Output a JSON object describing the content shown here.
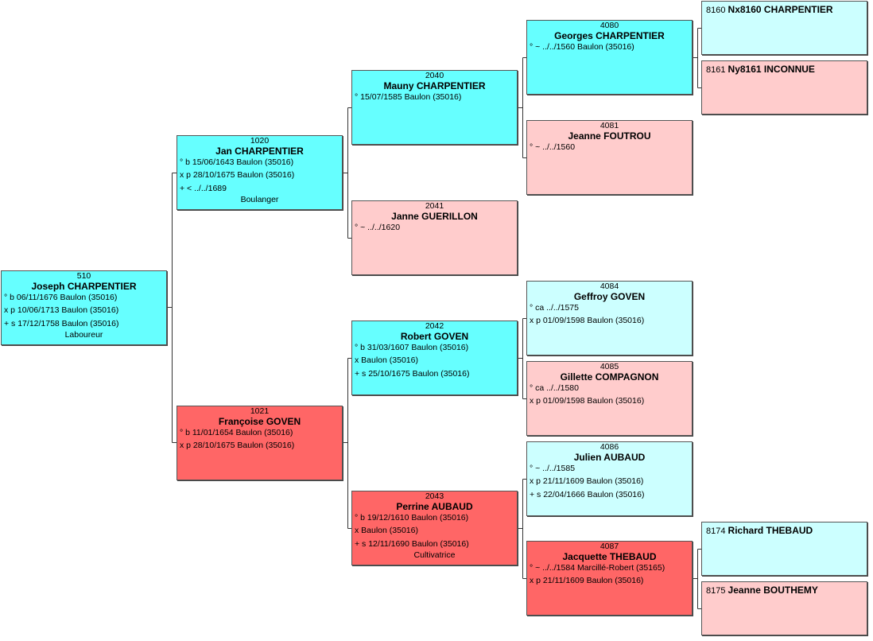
{
  "persons": {
    "p510": {
      "num": "510",
      "name": "Joseph CHARPENTIER",
      "lines": [
        "° b 06/11/1676 Baulon (35016)",
        "x p 10/06/1713 Baulon (35016)",
        "+ s 17/12/1758 Baulon (35016)"
      ],
      "occupation": "Laboureur"
    },
    "p1020": {
      "num": "1020",
      "name": "Jan CHARPENTIER",
      "lines": [
        "° b 15/06/1643 Baulon (35016)",
        "x p 28/10/1675 Baulon (35016)",
        "+ < ../../1689"
      ],
      "occupation": "Boulanger"
    },
    "p1021": {
      "num": "1021",
      "name": "Françoise GOVEN",
      "lines": [
        "° b 11/01/1654 Baulon (35016)",
        "x p 28/10/1675 Baulon (35016)"
      ]
    },
    "p2040": {
      "num": "2040",
      "name": "Mauny CHARPENTIER",
      "lines": [
        "° 15/07/1585 Baulon (35016)"
      ]
    },
    "p2041": {
      "num": "2041",
      "name": "Janne GUERILLON",
      "lines": [
        "° ~ ../../1620"
      ]
    },
    "p2042": {
      "num": "2042",
      "name": "Robert GOVEN",
      "lines": [
        "° b 31/03/1607 Baulon (35016)",
        "x Baulon (35016)",
        "+ s 25/10/1675 Baulon (35016)"
      ]
    },
    "p2043": {
      "num": "2043",
      "name": "Perrine AUBAUD",
      "lines": [
        "° b 19/12/1610 Baulon (35016)",
        "x Baulon (35016)",
        "+ s 12/11/1690 Baulon (35016)"
      ],
      "occupation": "Cultivatrice"
    },
    "p4080": {
      "num": "4080",
      "name": "Georges CHARPENTIER",
      "lines": [
        "° ~ ../../1560 Baulon (35016)"
      ]
    },
    "p4081": {
      "num": "4081",
      "name": "Jeanne FOUTROU",
      "lines": [
        "° ~ ../../1560"
      ]
    },
    "p4084": {
      "num": "4084",
      "name": "Geffroy GOVEN",
      "lines": [
        "° ca ../../1575",
        "x p 01/09/1598 Baulon (35016)"
      ]
    },
    "p4085": {
      "num": "4085",
      "name": "Gillette COMPAGNON",
      "lines": [
        "° ca ../../1580",
        "x p 01/09/1598 Baulon (35016)"
      ]
    },
    "p4086": {
      "num": "4086",
      "name": "Julien AUBAUD",
      "lines": [
        "° ~ ../../1585",
        "x p 21/11/1609 Baulon (35016)",
        "+ s 22/04/1666 Baulon (35016)"
      ]
    },
    "p4087": {
      "num": "4087",
      "name": "Jacquette THEBAUD",
      "lines": [
        "° ~ ../../1584 Marcillé-Robert (35165)",
        "x p 21/11/1609 Baulon (35016)"
      ]
    },
    "p8160": {
      "num": "8160",
      "name": "Nx8160 CHARPENTIER"
    },
    "p8161": {
      "num": "8161",
      "name": "Ny8161 INCONNUE"
    },
    "p8174": {
      "num": "8174",
      "name": "Richard THEBAUD"
    },
    "p8175": {
      "num": "8175",
      "name": "Jeanne BOUTHEMY"
    }
  },
  "colors": {
    "male": "#66ffff",
    "male_light": "#ccffff",
    "female": "#ff6666",
    "female_light": "#ffcccc",
    "connector": "#333333"
  }
}
